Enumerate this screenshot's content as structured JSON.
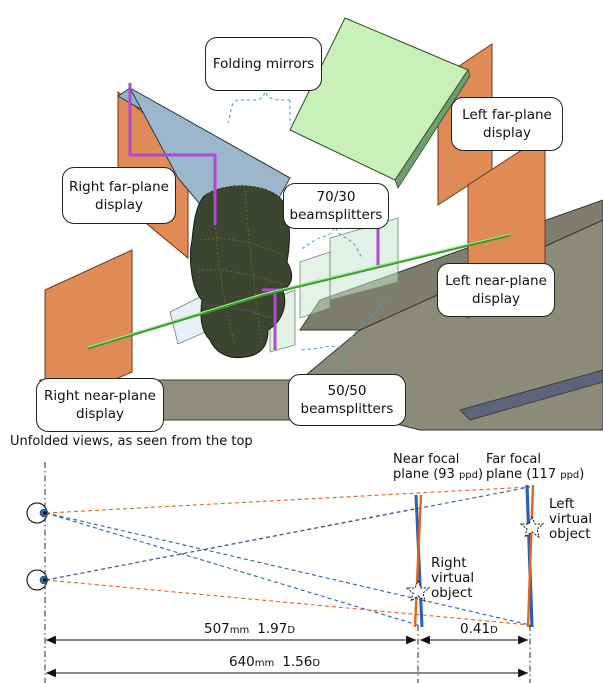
{
  "callouts": {
    "folding_mirrors": "Folding mirrors",
    "left_far_plane": [
      "Left far-plane",
      "display"
    ],
    "right_far_plane": [
      "Right far-plane",
      "display"
    ],
    "beamsplitters_7030": [
      "70/30",
      "beamsplitters"
    ],
    "left_near_plane": [
      "Left near-plane",
      "display"
    ],
    "right_near_plane": [
      "Right near-plane",
      "display"
    ],
    "beamsplitters_5050": [
      "50/50",
      "beamsplitters"
    ]
  },
  "caption": "Unfolded views, as seen from the top",
  "focal_planes": {
    "near": {
      "line1": "Near focal",
      "line2_text": "plane (93 ",
      "line2_unit": "ppd",
      "line2_close": ")"
    },
    "far": {
      "line1": "Far focal",
      "line2_text": "plane (117 ",
      "line2_unit": "ppd",
      "line2_close": ")"
    }
  },
  "objects": {
    "right": [
      "Right",
      "virtual",
      "object"
    ],
    "left": [
      "Left",
      "virtual",
      "object"
    ]
  },
  "dimensions": {
    "near_value": "507",
    "near_mm": "mm",
    "near_diopter": "1.97",
    "far_gap": "0.41",
    "far_value": "640",
    "far_mm": "mm",
    "far_diopter": "1.56",
    "diopter_unit": "D"
  },
  "colors": {
    "display": "#e08a55",
    "mirror": "#8fb1c9",
    "mirror_green": "#c9f0b8",
    "orange_path": "#e0661a",
    "blue_path": "#2e5fb5",
    "floor": "#8c8a79",
    "magenta": "#b04ad0"
  }
}
